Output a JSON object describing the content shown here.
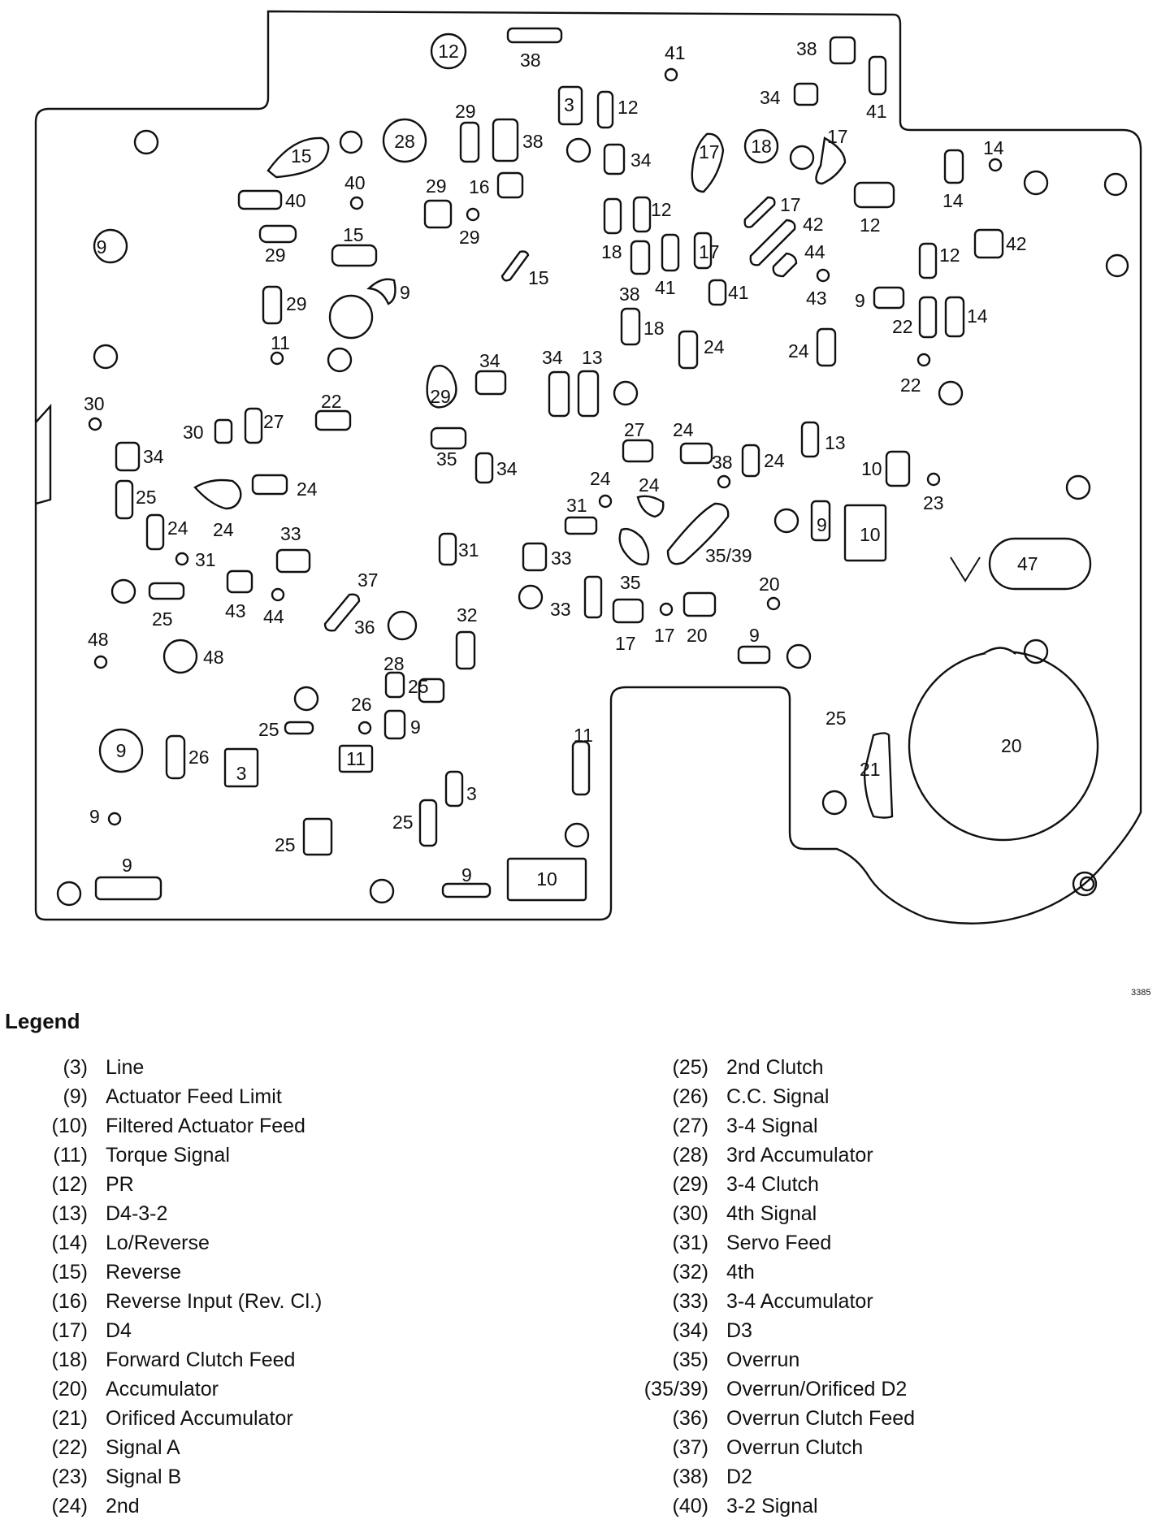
{
  "figure_id": "3385",
  "legend": {
    "title": "Legend",
    "left": [
      {
        "code": "(3)",
        "label": "Line"
      },
      {
        "code": "(9)",
        "label": "Actuator Feed Limit"
      },
      {
        "code": "(10)",
        "label": "Filtered Actuator Feed"
      },
      {
        "code": "(11)",
        "label": "Torque Signal"
      },
      {
        "code": "(12)",
        "label": "PR"
      },
      {
        "code": "(13)",
        "label": "D4-3-2"
      },
      {
        "code": "(14)",
        "label": "Lo/Reverse"
      },
      {
        "code": "(15)",
        "label": "Reverse"
      },
      {
        "code": "(16)",
        "label": "Reverse Input (Rev. Cl.)"
      },
      {
        "code": "(17)",
        "label": "D4"
      },
      {
        "code": "(18)",
        "label": "Forward Clutch Feed"
      },
      {
        "code": "(20)",
        "label": "Accumulator"
      },
      {
        "code": "(21)",
        "label": "Orificed Accumulator"
      },
      {
        "code": "(22)",
        "label": "Signal A"
      },
      {
        "code": "(23)",
        "label": "Signal B"
      },
      {
        "code": "(24)",
        "label": "2nd"
      }
    ],
    "right": [
      {
        "code": "(25)",
        "label": "2nd Clutch"
      },
      {
        "code": "(26)",
        "label": "C.C. Signal"
      },
      {
        "code": "(27)",
        "label": "3-4 Signal"
      },
      {
        "code": "(28)",
        "label": "3rd Accumulator"
      },
      {
        "code": "(29)",
        "label": "3-4 Clutch"
      },
      {
        "code": "(30)",
        "label": "4th Signal"
      },
      {
        "code": "(31)",
        "label": "Servo Feed"
      },
      {
        "code": "(32)",
        "label": "4th"
      },
      {
        "code": "(33)",
        "label": "3-4 Accumulator"
      },
      {
        "code": "(34)",
        "label": "D3"
      },
      {
        "code": "(35)",
        "label": "Overrun"
      },
      {
        "code": "(35/39)",
        "label": "Overrun/Orificed D2"
      },
      {
        "code": "(36)",
        "label": "Overrun Clutch Feed"
      },
      {
        "code": "(37)",
        "label": "Overrun Clutch"
      },
      {
        "code": "(38)",
        "label": "D2"
      },
      {
        "code": "(40)",
        "label": "3-2 Signal"
      }
    ]
  },
  "plate_labels": [
    "12",
    "38",
    "41",
    "38",
    "34",
    "41",
    "3",
    "12",
    "29",
    "38",
    "28",
    "15",
    "17",
    "18",
    "17",
    "14",
    "14",
    "34",
    "40",
    "16",
    "29",
    "40",
    "29",
    "12",
    "17",
    "42",
    "12",
    "42",
    "9",
    "29",
    "15",
    "15",
    "18",
    "41",
    "17",
    "44",
    "12",
    "43",
    "9",
    "38",
    "41",
    "29",
    "9",
    "18",
    "24",
    "24",
    "22",
    "14",
    "11",
    "22",
    "34",
    "34",
    "13",
    "29",
    "30",
    "22",
    "30",
    "27",
    "13",
    "27",
    "24",
    "34",
    "35",
    "34",
    "38",
    "24",
    "10",
    "23",
    "25",
    "24",
    "24",
    "24",
    "31",
    "24",
    "9",
    "10",
    "24",
    "33",
    "31",
    "31",
    "47",
    "35/39",
    "33",
    "35",
    "20",
    "25",
    "43",
    "44",
    "37",
    "33",
    "36",
    "32",
    "17",
    "17",
    "20",
    "9",
    "48",
    "48",
    "28",
    "26",
    "25",
    "25",
    "9",
    "25",
    "11",
    "9",
    "26",
    "3",
    "11",
    "21",
    "20",
    "3",
    "9",
    "25",
    "25",
    "9",
    "9",
    "10"
  ]
}
